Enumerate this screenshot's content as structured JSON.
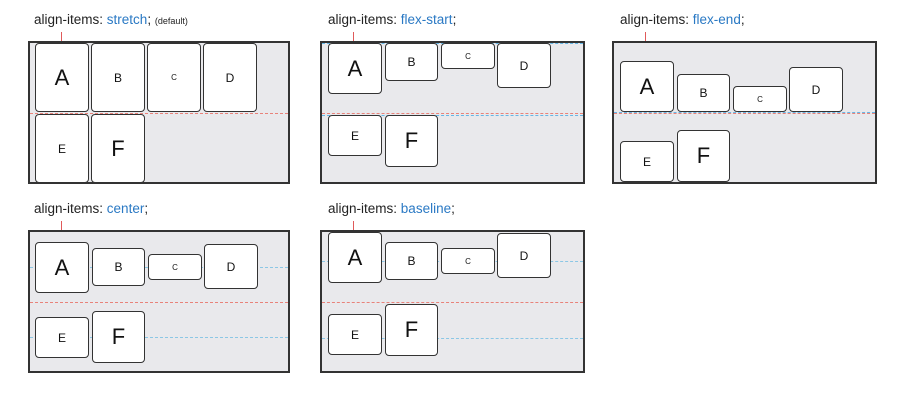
{
  "panels": [
    {
      "id": "stretch",
      "property": "align-items:",
      "value": "stretch",
      "suffix": ";",
      "note": "(default)",
      "items": [
        "A",
        "B",
        "C",
        "D",
        "E",
        "F"
      ]
    },
    {
      "id": "flex-start",
      "property": "align-items:",
      "value": "flex-start",
      "suffix": ";",
      "note": "",
      "items": [
        "A",
        "B",
        "C",
        "D",
        "E",
        "F"
      ]
    },
    {
      "id": "flex-end",
      "property": "align-items:",
      "value": "flex-end",
      "suffix": ";",
      "note": "",
      "items": [
        "A",
        "B",
        "C",
        "D",
        "E",
        "F"
      ]
    },
    {
      "id": "center",
      "property": "align-items:",
      "value": "center",
      "suffix": ";",
      "note": "",
      "items": [
        "A",
        "B",
        "C",
        "D",
        "E",
        "F"
      ]
    },
    {
      "id": "baseline",
      "property": "align-items:",
      "value": "baseline",
      "suffix": ";",
      "note": "",
      "items": [
        "A",
        "B",
        "C",
        "D",
        "E",
        "F"
      ]
    }
  ],
  "colors": {
    "value_text": "#2a79c4",
    "container_bg": "#e9e9ec",
    "line_guide": "#e8827a",
    "baseline_guide": "#8cc7e5"
  }
}
